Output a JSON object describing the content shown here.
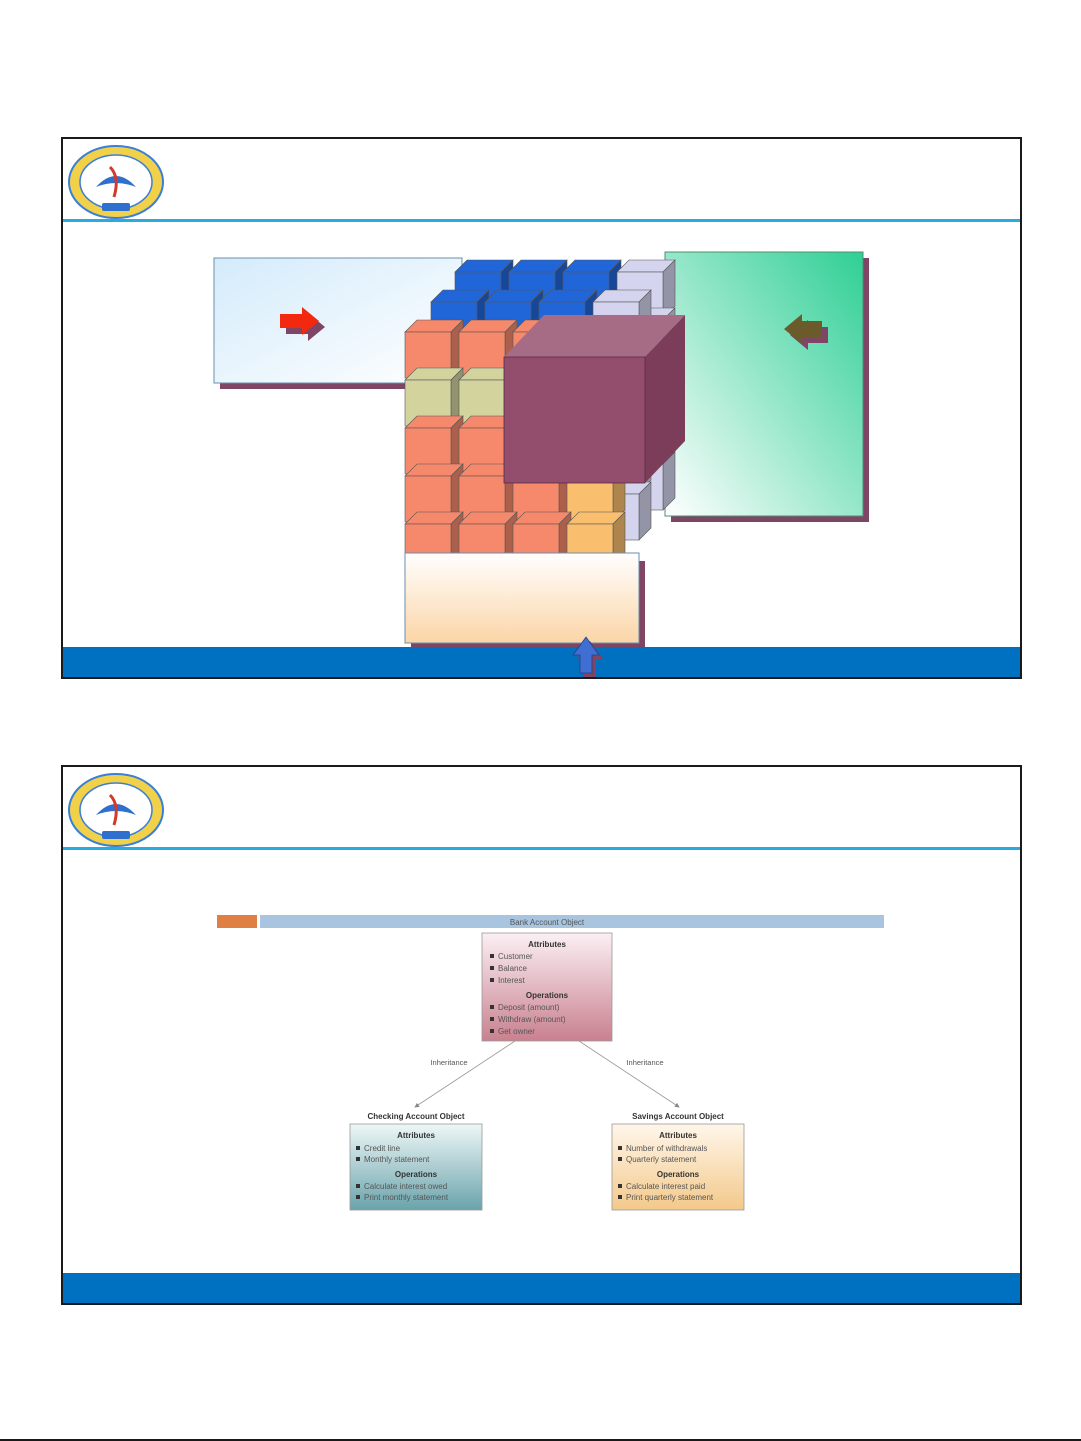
{
  "diagram": {
    "banner_title": "Bank Account Object",
    "parent": {
      "attributes_heading": "Attributes",
      "attributes": [
        "Customer",
        "Balance",
        "Interest"
      ],
      "operations_heading": "Operations",
      "operations": [
        "Deposit (amount)",
        "Withdraw (amount)",
        "Get owner"
      ]
    },
    "left_edge_label": "Inheritance",
    "right_edge_label": "Inheritance",
    "checking": {
      "title": "Checking Account Object",
      "attributes_heading": "Attributes",
      "attributes": [
        "Credit line",
        "Monthly statement"
      ],
      "operations_heading": "Operations",
      "operations": [
        "Calculate interest owed",
        "Print monthly statement"
      ]
    },
    "savings": {
      "title": "Savings Account Object",
      "attributes_heading": "Attributes",
      "attributes": [
        "Number of withdrawals",
        "Quarterly statement"
      ],
      "operations_heading": "Operations",
      "operations": [
        "Calculate interest paid",
        "Print quarterly statement"
      ]
    }
  },
  "colors": {
    "header_rule": "#29abe2",
    "footer_bar": "#0070c0",
    "cube_blue": "#2166d9",
    "cube_salmon": "#f6896b",
    "cube_olive": "#d2d39d",
    "cube_orange": "#f9bf6e",
    "cube_lavender": "#d4d4ef",
    "big_cube": "#934e6d"
  }
}
